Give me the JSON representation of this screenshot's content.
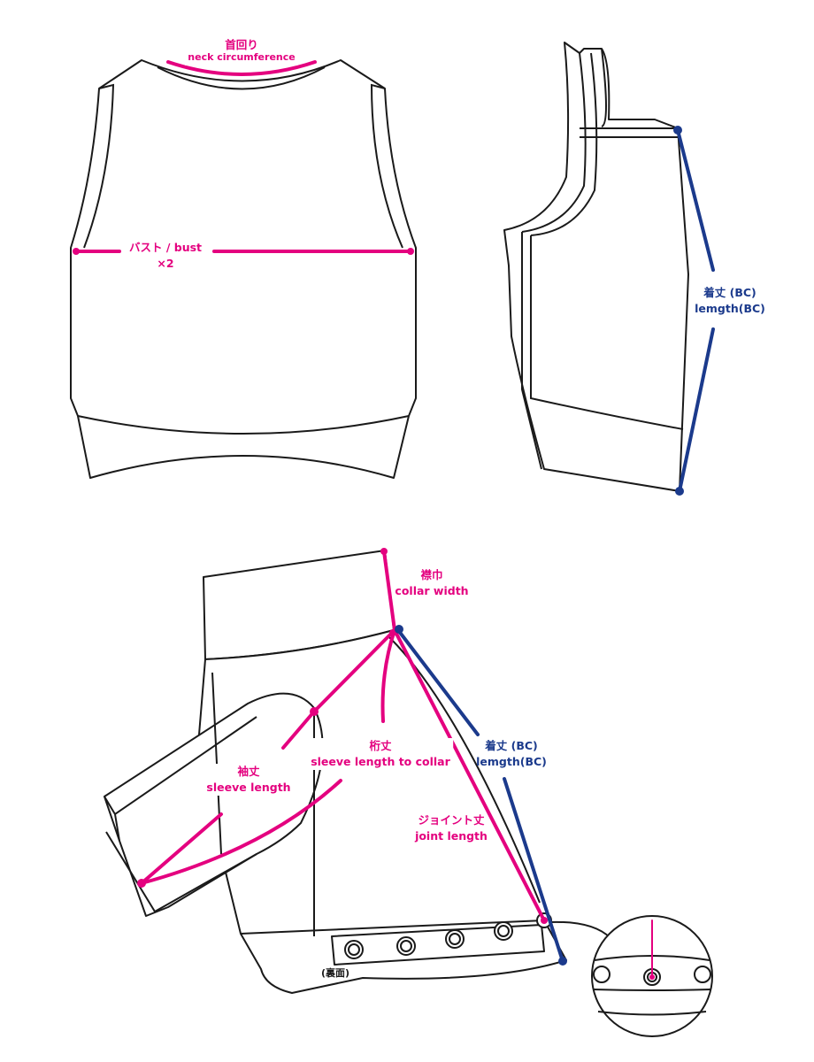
{
  "colors": {
    "pink": "#e4007f",
    "navy": "#1b3a8c",
    "line": "#1a1a1a"
  },
  "labels": {
    "neck": {
      "ja": "首回り",
      "en": "neck circumference"
    },
    "bust": {
      "ja": "バスト / bust",
      "en": "×2"
    },
    "length_side": {
      "ja": "着丈 (BC)",
      "en": "lemgth(BC)"
    },
    "collar": {
      "ja": "襟巾",
      "en": "collar width"
    },
    "length_bottom": {
      "ja": "着丈 (BC)",
      "en": "lemgth(BC)"
    },
    "sleeve_to_collar": {
      "ja": "桁丈",
      "en": "sleeve length to collar"
    },
    "sleeve": {
      "ja": "袖丈",
      "en": "sleeve length"
    },
    "joint": {
      "ja": "ジョイント丈",
      "en": "joint length"
    },
    "back_side": "(裏面)"
  }
}
